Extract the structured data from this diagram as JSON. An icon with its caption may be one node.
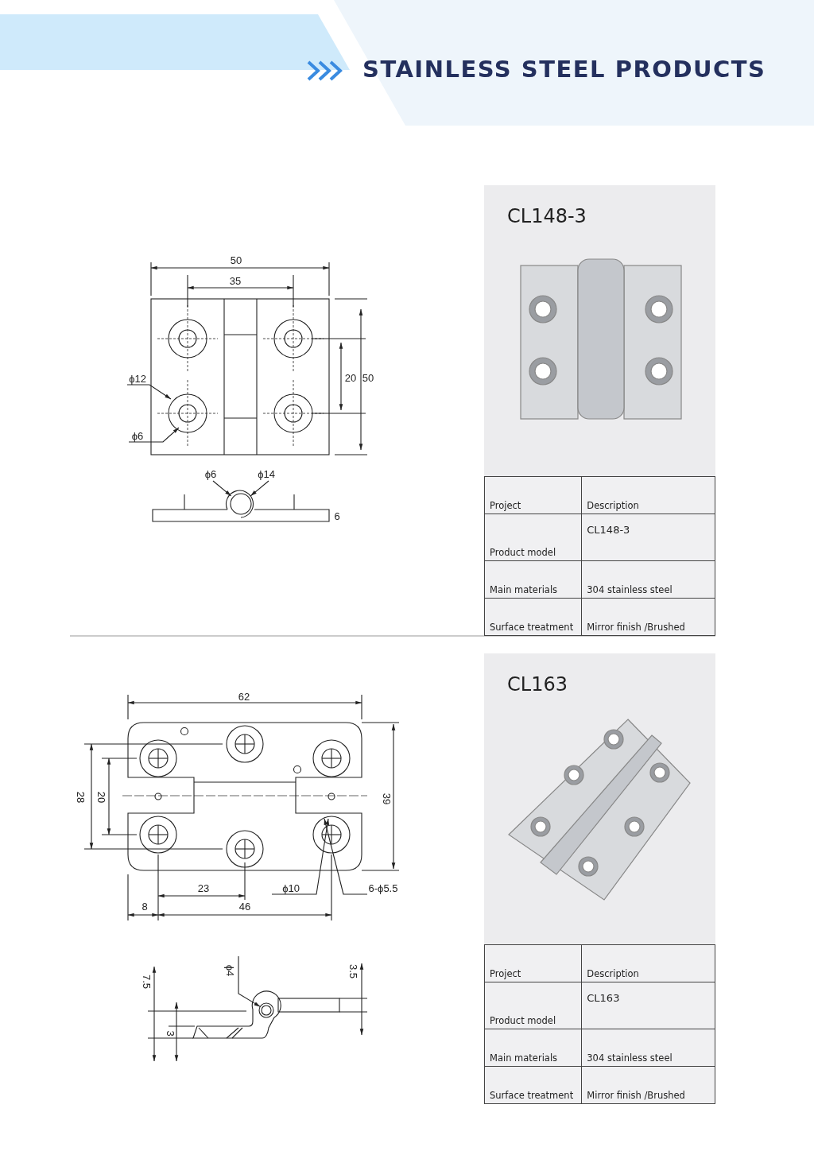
{
  "diagram": {
    "title": "STAINLESS STEEL PRODUCTS",
    "nodes": [
      {
        "text": [
          "ϕ12"
        ]
      },
      {
        "text": [
          "ϕ6"
        ]
      },
      {
        "text": [
          "ϕ6"
        ]
      },
      {
        "text": [
          "ϕ14"
        ]
      },
      {
        "text": [
          "ϕ10"
        ]
      },
      {
        "text": [
          "6-ϕ5.5"
        ]
      },
      {
        "text": [
          "ϕ4"
        ]
      },
      {
        "text": [],
        "shape": "circle"
      },
      {
        "text": [],
        "shape": "circle"
      }
    ],
    "edges": [
      {
        "from": 0,
        "to": null,
        "arrow": "to"
      },
      {
        "from": 1,
        "to": null,
        "arrow": "to"
      },
      {
        "from": 2,
        "to": 7,
        "arrow": "to"
      },
      {
        "from": 3,
        "to": 7,
        "arrow": "to"
      },
      {
        "from": 4,
        "to": null,
        "arrow": "to"
      },
      {
        "from": 5,
        "to": null,
        "arrow": "to"
      },
      {
        "from": 6,
        "to": 8,
        "arrow": "to"
      }
    ],
    "labels": [
      "50",
      "35",
      "20",
      "50",
      "6",
      "CL148-3",
      "Project",
      "Description",
      "Product model",
      "CL148-3",
      "Main materials",
      "304 stainless steel",
      "Surface treatment",
      "Mirror finish /Brushed",
      "62",
      "28",
      "20",
      "39",
      "23",
      "8",
      "46",
      "7.5",
      "3",
      "3.5",
      "CL163",
      "Project",
      "Description",
      "Product model",
      "CL163",
      "Main materials",
      "304 stainless steel",
      "Surface treatment",
      "Mirror finish /Brushed"
    ]
  }
}
